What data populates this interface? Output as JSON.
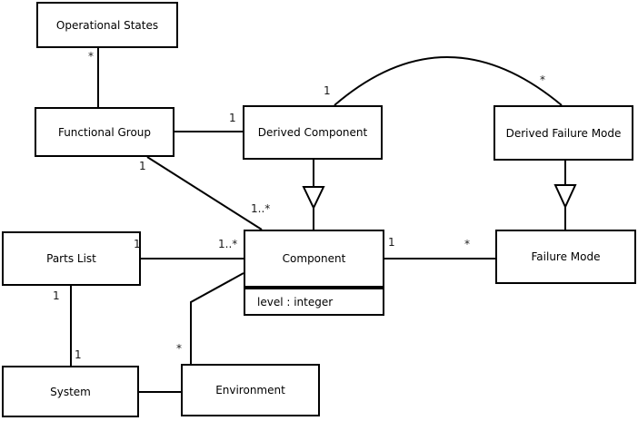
{
  "diagram_type": "uml-class-diagram",
  "classes": [
    {
      "name": "Operational States"
    },
    {
      "name": "Functional Group"
    },
    {
      "name": "Derived Component"
    },
    {
      "name": "Derived Failure Mode"
    },
    {
      "name": "Component",
      "attributes": [
        "level : integer"
      ]
    },
    {
      "name": "Failure Mode"
    },
    {
      "name": "Parts List"
    },
    {
      "name": "System"
    },
    {
      "name": "Environment"
    }
  ],
  "labels": [
    {
      "text": "*",
      "association": "Operational States - Functional Group",
      "near": "Operational States"
    },
    {
      "text": "1",
      "association": "Functional Group - Derived Component",
      "near": "Derived Component"
    },
    {
      "text": "1",
      "association": "Derived Component - Derived Failure Mode",
      "near": "Derived Component"
    },
    {
      "text": "*",
      "association": "Derived Component - Derived Failure Mode",
      "near": "Derived Failure Mode"
    },
    {
      "text": "1",
      "association": "Functional Group - Component",
      "near": "Functional Group"
    },
    {
      "text": "1..*",
      "association": "Functional Group - Component",
      "near": "Component"
    },
    {
      "text": "1",
      "association": "Parts List - Component",
      "near": "Parts List"
    },
    {
      "text": "1..*",
      "association": "Parts List - Component",
      "near": "Component"
    },
    {
      "text": "1",
      "association": "Component - Failure Mode",
      "near": "Component"
    },
    {
      "text": "*",
      "association": "Component - Failure Mode",
      "near": "Failure Mode"
    },
    {
      "text": "1",
      "association": "Parts List - System",
      "near": "Parts List"
    },
    {
      "text": "1",
      "association": "Parts List - System",
      "near": "System"
    },
    {
      "text": "*",
      "association": "Environment - Component",
      "near": "Environment"
    }
  ],
  "relationships": [
    {
      "from": "Operational States",
      "to": "Functional Group",
      "type": "association",
      "multiplicities": [
        "*"
      ]
    },
    {
      "from": "Functional Group",
      "to": "Derived Component",
      "type": "association",
      "multiplicities": [
        "1"
      ]
    },
    {
      "from": "Derived Component",
      "to": "Derived Failure Mode",
      "type": "association",
      "multiplicities": [
        "1",
        "*"
      ]
    },
    {
      "from": "Derived Component",
      "to": "Component",
      "type": "generalization"
    },
    {
      "from": "Derived Failure Mode",
      "to": "Failure Mode",
      "type": "generalization"
    },
    {
      "from": "Functional Group",
      "to": "Component",
      "type": "association",
      "multiplicities": [
        "1",
        "1..*"
      ]
    },
    {
      "from": "Parts List",
      "to": "Component",
      "type": "association",
      "multiplicities": [
        "1",
        "1..*"
      ]
    },
    {
      "from": "Component",
      "to": "Failure Mode",
      "type": "association",
      "multiplicities": [
        "1",
        "*"
      ]
    },
    {
      "from": "Parts List",
      "to": "System",
      "type": "association",
      "multiplicities": [
        "1",
        "1"
      ]
    },
    {
      "from": "System",
      "to": "Environment",
      "type": "association"
    },
    {
      "from": "Environment",
      "to": "Component",
      "type": "association",
      "multiplicities": [
        "*"
      ]
    }
  ],
  "colors": {
    "line": "#000000",
    "box_border": "#000000",
    "box_fill": "#ffffff",
    "background": "#ffffff",
    "text": "#000000"
  }
}
